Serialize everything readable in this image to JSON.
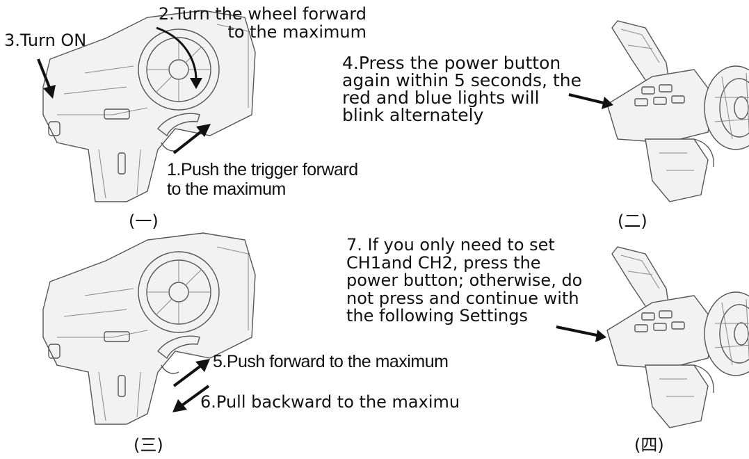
{
  "panels": [
    {
      "number": "(一)",
      "labels": {
        "turn_on": "3.Turn ON",
        "wheel": "2.Turn the wheel forward\nto the maximum",
        "trigger": "1.Push the trigger forward\nto the maximum"
      }
    },
    {
      "number": "(二)",
      "labels": {
        "power": "4.Press the power button\nagain within 5 seconds, the\nred and blue lights will\nblink alternately"
      }
    },
    {
      "number": "(三)",
      "labels": {
        "push": "5.Push forward to the maximum",
        "pull": "6.Pull backward to the maximu"
      }
    },
    {
      "number": "(四)",
      "labels": {
        "setting": "7. If you only need to set\nCH1and CH2, press the\npower button; otherwise, do\nnot press and continue with\nthe following Settings"
      }
    }
  ]
}
